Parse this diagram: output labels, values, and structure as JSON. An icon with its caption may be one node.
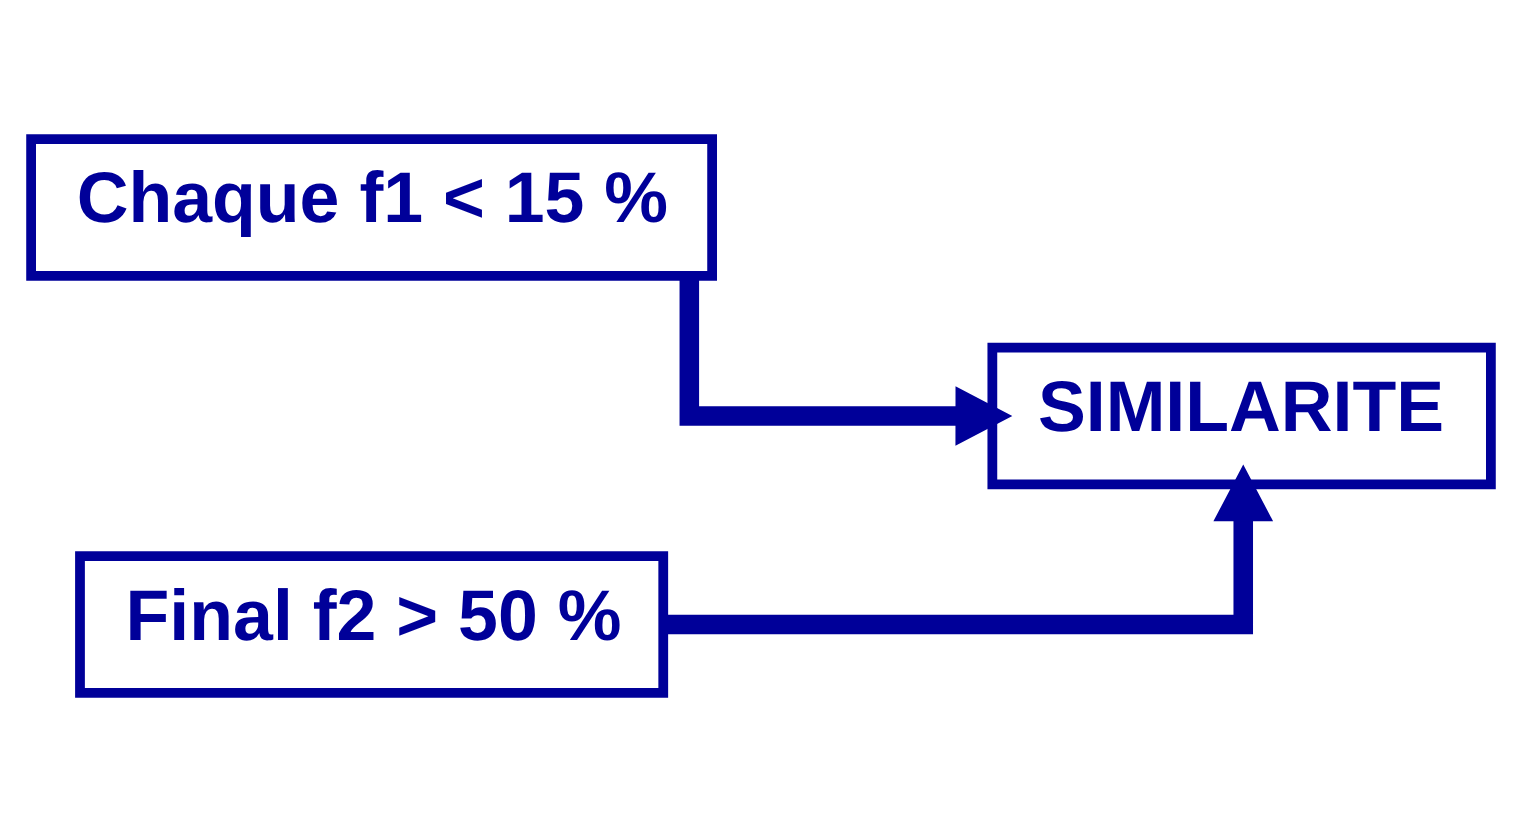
{
  "diagram": {
    "nodes": [
      {
        "text": [
          "Chaque f1 < 15 %"
        ]
      },
      {
        "text": [
          "Final f2 > 50 %"
        ]
      },
      {
        "text": [
          "SIMILARITE"
        ]
      }
    ],
    "edges": [
      {
        "from": 0,
        "to": 2,
        "arrow": "to"
      },
      {
        "from": 1,
        "to": 2,
        "arrow": "to"
      }
    ]
  }
}
